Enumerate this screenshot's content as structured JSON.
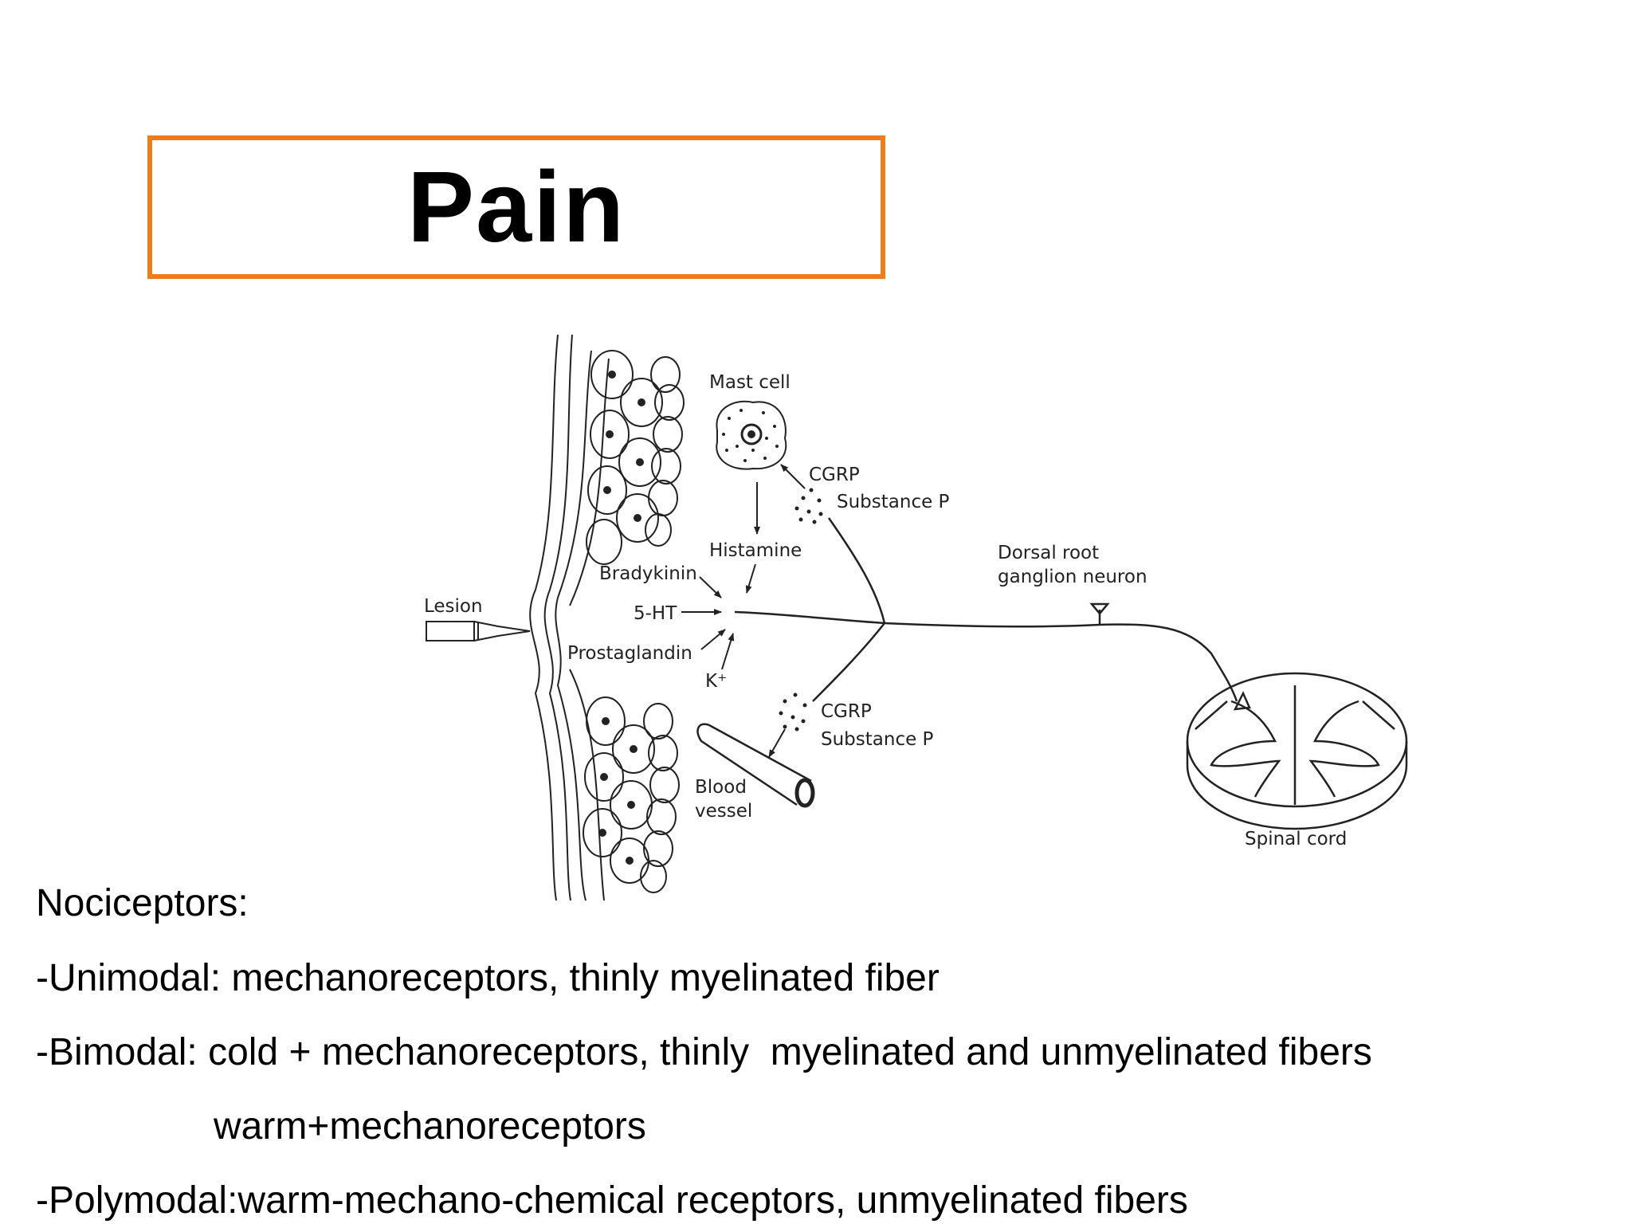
{
  "title": "Pain",
  "colors": {
    "title_border": "#f07c1a",
    "text": "#000000",
    "diagram_ink": "#222222"
  },
  "diagram": {
    "labels": {
      "mast_cell": "Mast cell",
      "cgrp_top": "CGRP",
      "substance_p_top": "Substance P",
      "histamine": "Histamine",
      "bradykinin": "Bradykinin",
      "five_ht": "5-HT",
      "prostaglandin": "Prostaglandin",
      "k_plus": "K⁺",
      "lesion": "Lesion",
      "dorsal_root_line1": "Dorsal root",
      "dorsal_root_line2": "ganglion neuron",
      "cgrp_bottom": "CGRP",
      "substance_p_bottom": "Substance P",
      "blood_vessel_line1": "Blood",
      "blood_vessel_line2": "vessel",
      "spinal_cord": "Spinal cord"
    }
  },
  "body_text": {
    "heading": "Nociceptors:",
    "unimodal": "-Unimodal: mechanoreceptors, thinly myelinated fiber",
    "bimodal": "-Bimodal: cold + mechanoreceptors, thinly  myelinated and unmyelinated fibers",
    "bimodal_cont": "warm+mechanoreceptors",
    "polymodal": "-Polymodal:warm-mechano-chemical receptors, unmyelinated fibers"
  }
}
